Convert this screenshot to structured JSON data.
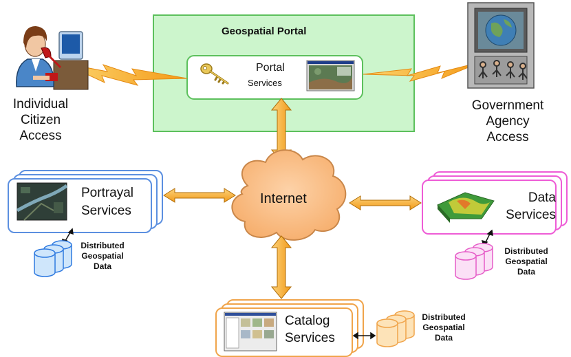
{
  "portal": {
    "title": "Geospatial Portal",
    "services_line1": "Portal",
    "services_line2": "Services"
  },
  "citizen": {
    "line1": "Individual",
    "line2": "Citizen",
    "line3": "Access"
  },
  "government": {
    "line1": "Government",
    "line2": "Agency",
    "line3": "Access"
  },
  "internet": {
    "label": "Internet"
  },
  "portrayal": {
    "line1": "Portrayal",
    "line2": "Services"
  },
  "data_services": {
    "line1": "Data",
    "line2": "Services"
  },
  "catalog": {
    "line1": "Catalog",
    "line2": "Services"
  },
  "distributed_data": {
    "line1": "Distributed",
    "line2": "Geospatial",
    "line3": "Data"
  },
  "colors": {
    "portal_fill": "#ccf5cc",
    "portal_border": "#5cc05c",
    "portrayal": "#5b8fe0",
    "data_services": "#ee5cd6",
    "catalog": "#f0a44a",
    "arrow_fill": "#f7a821",
    "arrow_stroke": "#b06d08",
    "cloud_fill": "#fbc08a",
    "cloud_stroke": "#c9874a",
    "lightning": "#f7a821"
  },
  "icons": [
    "key-icon",
    "map-image-icon",
    "person-phone-icon",
    "kiosk-icon",
    "satellite-image-icon",
    "terrain-3d-icon",
    "catalog-screenshot-icon",
    "database-icon"
  ]
}
